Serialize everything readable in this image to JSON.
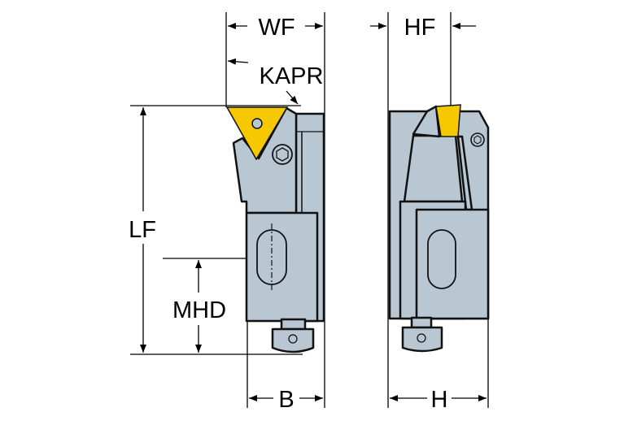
{
  "title": "Cutting unit dimension drawing",
  "colors": {
    "body": "#b9c7d3",
    "insert": "#f5c800",
    "outline": "#111111"
  },
  "labels": {
    "wf": "WF",
    "kapr": "KAPR",
    "lf": "LF",
    "mhd": "MHD",
    "b": "B",
    "hf": "HF",
    "h": "H"
  }
}
